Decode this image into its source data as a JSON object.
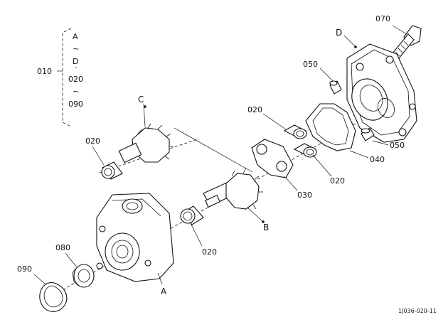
{
  "group_label": "010",
  "range_labels": [
    "A",
    "~",
    "D",
    "·",
    "020",
    "~",
    "090"
  ],
  "callouts": {
    "c070": "070",
    "c_d": "D",
    "c050_top": "050",
    "c020_mid": "020",
    "c_c": "C",
    "c020_left": "020",
    "c050_right": "050",
    "c040": "040",
    "c020_right": "020",
    "c030": "030",
    "c_b": "B",
    "c020_bottom": "020",
    "c080": "080",
    "c090": "090",
    "c_a": "A"
  },
  "figure_code": "1J036-020-11"
}
